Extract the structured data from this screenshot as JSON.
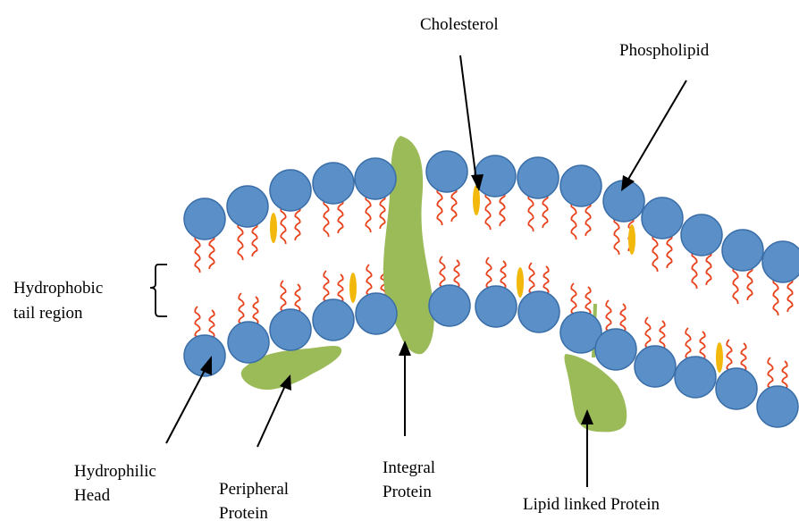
{
  "labels": {
    "cholesterol": "Cholesterol",
    "phospholipid": "Phospholipid",
    "hydrophobic_line1": "Hydrophobic",
    "hydrophobic_line2": "tail region",
    "hydrophilic_line1": "Hydrophilic",
    "hydrophilic_line2": "Head",
    "peripheral_line1": "Peripheral",
    "peripheral_line2": "Protein",
    "integral_line1": "Integral",
    "integral_line2": "Protein",
    "lipid_linked": "Lipid linked Protein"
  },
  "colors": {
    "head": "#5b8fc7",
    "head_stroke": "#3a6ea8",
    "tail": "#e8421c",
    "cholesterol": "#f2b90c",
    "protein": "#9bbb59"
  }
}
